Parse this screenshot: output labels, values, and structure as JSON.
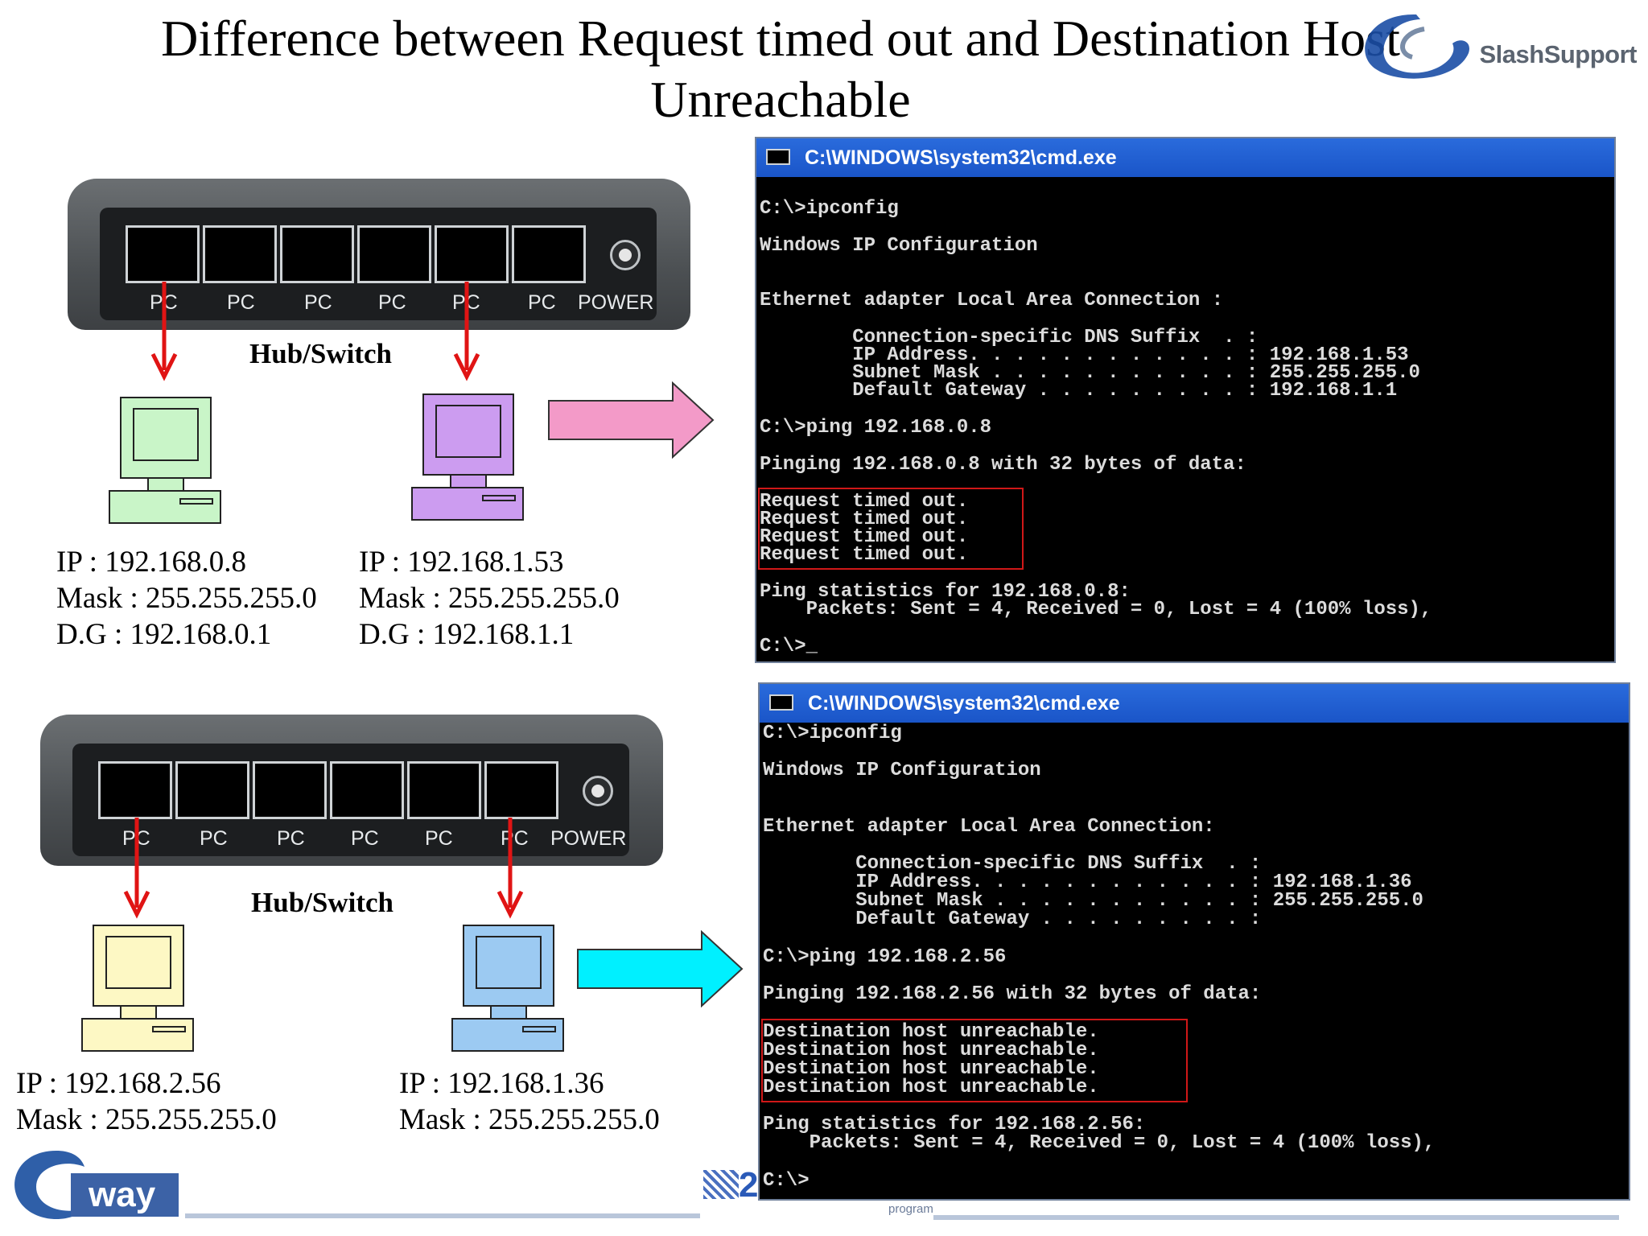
{
  "title": {
    "line1": "Difference between Request timed out and Destination Host",
    "line2": "Unreachable"
  },
  "brand": {
    "name": "SlashSupport"
  },
  "colors": {
    "pink_arrow": "#f39ac8",
    "cyan_arrow": "#00f0ff",
    "red_arrow": "#e01414",
    "cmd_titlebar": "#1a55c8",
    "pc_green": "#c9f5c8",
    "pc_purple": "#cc9cf0",
    "pc_yellow": "#fdf8c4",
    "pc_blue": "#9ccaf2"
  },
  "top": {
    "hub": {
      "ports": [
        "PC",
        "PC",
        "PC",
        "PC",
        "PC",
        "PC"
      ],
      "power": "POWER",
      "label": "Hub/Switch"
    },
    "pc1": {
      "ip": "IP : 192.168.0.8",
      "mask": "Mask : 255.255.255.0",
      "dg": "D.G : 192.168.0.1"
    },
    "pc2": {
      "ip": "IP : 192.168.1.53",
      "mask": "Mask : 255.255.255.0",
      "dg": "D.G : 192.168.1.1"
    },
    "cmd": {
      "title": "C:\\WINDOWS\\system32\\cmd.exe",
      "lines": [
        "C:\\>ipconfig",
        "Windows IP Configuration",
        "Ethernet adapter Local Area Connection :",
        "        Connection-specific DNS Suffix  . :",
        "        IP Address. . . . . . . . . . . . : 192.168.1.53",
        "        Subnet Mask . . . . . . . . . . . : 255.255.255.0",
        "        Default Gateway . . . . . . . . . : 192.168.1.1",
        "C:\\>ping 192.168.0.8",
        "Pinging 192.168.0.8 with 32 bytes of data:",
        "Request timed out.",
        "Request timed out.",
        "Request timed out.",
        "Request timed out.",
        "Ping statistics for 192.168.0.8:",
        "    Packets: Sent = 4, Received = 0, Lost = 4 (100% loss),",
        "C:\\>_"
      ]
    }
  },
  "bottom": {
    "hub": {
      "ports": [
        "PC",
        "PC",
        "PC",
        "PC",
        "PC",
        "PC"
      ],
      "power": "POWER",
      "label": "Hub/Switch"
    },
    "pc1": {
      "ip": "IP : 192.168.2.56",
      "mask": "Mask : 255.255.255.0"
    },
    "pc2": {
      "ip": "IP : 192.168.1.36",
      "mask": "Mask : 255.255.255.0"
    },
    "cmd": {
      "title": "C:\\WINDOWS\\system32\\cmd.exe",
      "lines": [
        "C:\\>ipconfig",
        "Windows IP Configuration",
        "Ethernet adapter Local Area Connection:",
        "        Connection-specific DNS Suffix  . :",
        "        IP Address. . . . . . . . . . . . : 192.168.1.36",
        "        Subnet Mask . . . . . . . . . . . : 255.255.255.0",
        "        Default Gateway . . . . . . . . . :",
        "C:\\>ping 192.168.2.56",
        "Pinging 192.168.2.56 with 32 bytes of data:",
        "Destination host unreachable.",
        "Destination host unreachable.",
        "Destination host unreachable.",
        "Destination host unreachable.",
        "Ping statistics for 192.168.2.56:",
        "    Packets: Sent = 4, Received = 0, Lost = 4 (100% loss),",
        "C:\\>"
      ]
    }
  },
  "footer": {
    "logo": "way",
    "number": "2",
    "program": "program"
  }
}
